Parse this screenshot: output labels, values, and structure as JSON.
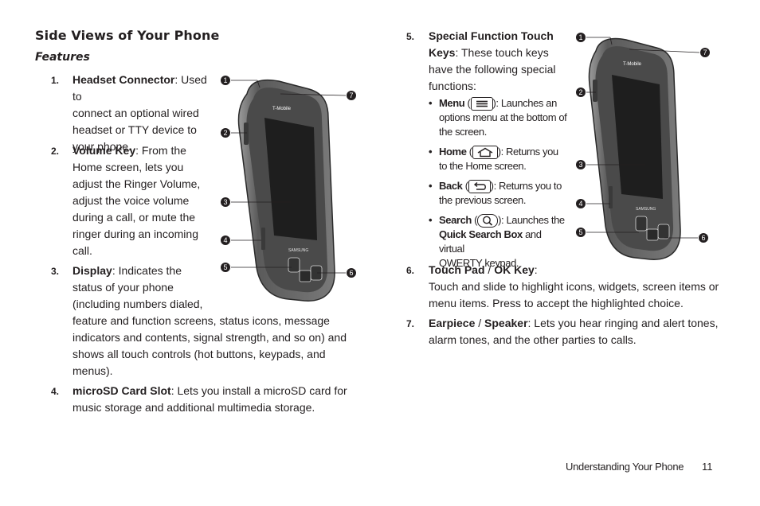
{
  "page": {
    "title": "Side Views of Your Phone",
    "section_heading": "Features",
    "footer_label": "Understanding Your Phone",
    "page_number": "11"
  },
  "left_items": [
    {
      "num": "1.",
      "term": "Headset Connector",
      "lines": [
        ": Used to",
        "connect an optional wired",
        "headset or TTY device to",
        "your phone."
      ]
    },
    {
      "num": "2.",
      "term": "Volume Key",
      "lines": [
        ": From the",
        "Home screen, lets you",
        "adjust the Ringer Volume,",
        "adjust the voice volume",
        "during a call, or mute the",
        "ringer during an incoming",
        "call."
      ]
    },
    {
      "num": "3.",
      "term": "Display",
      "lines": [
        ": Indicates the",
        "status of your phone",
        "(including numbers dialed,",
        "feature and function screens, status icons, message",
        "indicators and contents, signal strength, and so on) and",
        "shows all touch controls (hot buttons, keypads, and",
        "menus)."
      ]
    },
    {
      "num": "4.",
      "term": "microSD Card Slot",
      "lines": [
        ": Lets you install a microSD card for",
        "music storage and additional multimedia storage."
      ]
    }
  ],
  "right_items": {
    "item5": {
      "num": "5.",
      "term_line1": "Special Function Touch",
      "term_line2": "Keys",
      "lines": [
        ": These touch keys",
        "have the following special",
        "functions:"
      ]
    },
    "bullets": [
      {
        "dot": "•",
        "term": "Menu",
        "open": " (",
        "icon": "menu-icon",
        "after": "):  Launches an",
        "lines": [
          "options menu at the bottom of",
          "the screen."
        ]
      },
      {
        "dot": "•",
        "term": "Home",
        "open": " (",
        "icon": "home-icon",
        "after": "):  Returns you",
        "lines": [
          "to the Home screen."
        ]
      },
      {
        "dot": "•",
        "term": "Back",
        "open": " (",
        "icon": "back-icon",
        "after": "):  Returns you to",
        "lines": [
          "the previous screen."
        ]
      },
      {
        "dot": "•",
        "term": "Search",
        "open": " (",
        "icon": "search-icon",
        "after": "): Launches the",
        "line2_term": "Quick Search Box",
        "line2_rest": " and virtual",
        "lines": [
          "QWERTY keypad."
        ]
      }
    ],
    "item6": {
      "num": "6.",
      "term": "Touch Pad",
      "sep": " / ",
      "term2": "OK Key",
      "colon": ":",
      "lines": [
        "Touch and slide to highlight icons, widgets, screen items or",
        "menu items. Press to accept the highlighted choice."
      ]
    },
    "item7": {
      "num": "7.",
      "term": "Earpiece",
      "sep": " / ",
      "term2": "Speaker",
      "lines": [
        ": Lets you hear ringing and alert tones,",
        "alarm tones, and the other parties to calls."
      ]
    }
  },
  "figure": {
    "callouts": [
      "1",
      "2",
      "3",
      "4",
      "5",
      "6",
      "7"
    ],
    "brand_text": "SAMSUNG",
    "carrier_text": "T-Mobile"
  },
  "colors": {
    "text": "#231f20",
    "phone_body": "#6e6e6e",
    "phone_screen": "#1e1e1e"
  }
}
